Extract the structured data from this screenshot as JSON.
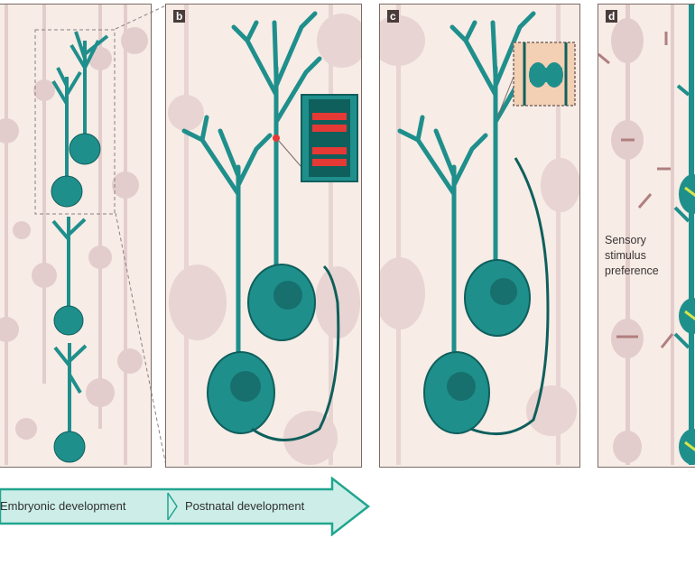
{
  "panels": {
    "a": {
      "label": ""
    },
    "b": {
      "label": "b"
    },
    "c": {
      "label": "c"
    },
    "d": {
      "label": "d"
    }
  },
  "annotation": {
    "sensory": "Sensory\nstimulus\npreference"
  },
  "arrow": {
    "label_1": "Embryonic development",
    "label_2": "Postnatal development"
  },
  "colors": {
    "neuron_active": "#1f8f8c",
    "neuron_outline": "#0f5f5c",
    "neuron_background": "#e6cfcd",
    "panel_background": "#f7ece6",
    "synapse": "#e53935",
    "arrow_fill": "#cdeee8",
    "arrow_stroke": "#21a58f",
    "stimulus_bar": "#b07f7f",
    "stimulus_highlight": "#d4e64a"
  }
}
